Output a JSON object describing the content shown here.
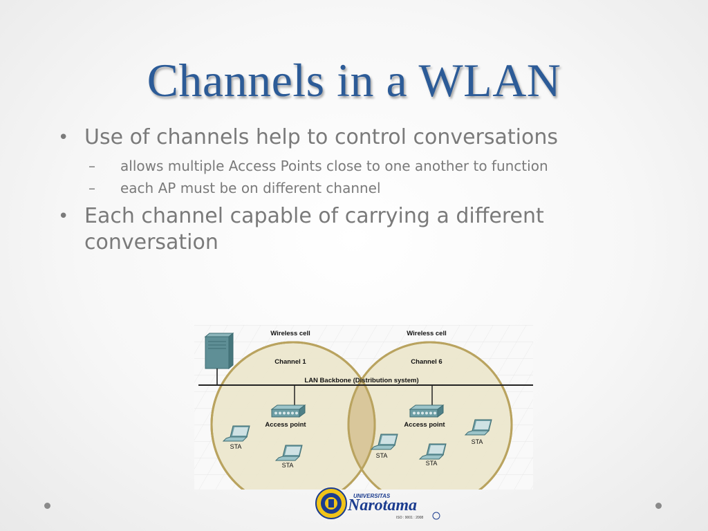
{
  "slide": {
    "title": "Channels in a WLAN",
    "bullets": [
      {
        "text": "Use of channels help to control conversations",
        "sub": [
          "allows multiple Access Points close to one another to function",
          "each AP must be on different channel"
        ]
      },
      {
        "text_line1": "Each channel capable of carrying a different",
        "text_line2": "conversation"
      }
    ]
  },
  "diagram": {
    "cell_left_label": "Wireless cell",
    "cell_right_label": "Wireless cell",
    "channel_left": "Channel 1",
    "channel_right": "Channel 6",
    "backbone_label": "LAN Backbone (Distribution system)",
    "ap_left_label": "Access point",
    "ap_right_label": "Access point",
    "sta_labels": [
      "STA",
      "STA",
      "STA",
      "STA",
      "STA"
    ],
    "cell_color": "#ece6cc",
    "cell_border": "#b9a35f"
  },
  "logo": {
    "name": "Universitas Narotama",
    "word_top": "UNIVERSITAS",
    "word_main": "Narotama",
    "cert": "ISO : 9001 : 2008"
  },
  "colors": {
    "title": "#2c5b97",
    "body_text": "#7a7a7a"
  }
}
